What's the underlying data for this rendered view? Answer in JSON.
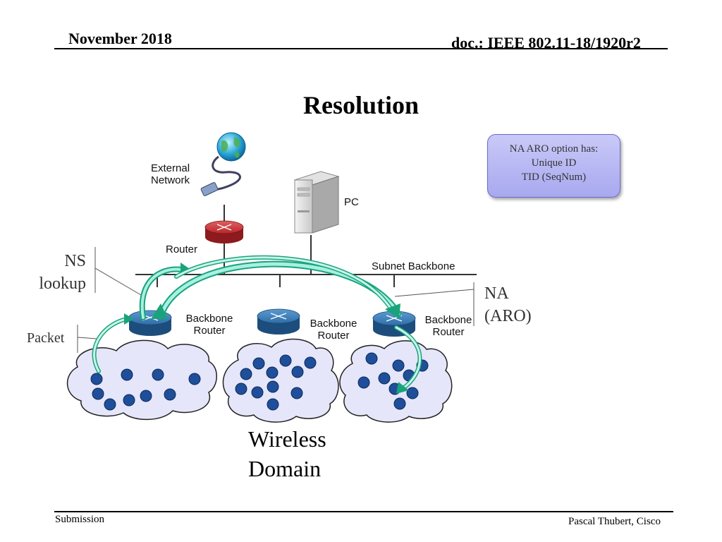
{
  "header": {
    "date": "November 2018",
    "doc": "doc.: IEEE 802.11-18/1920r2"
  },
  "slide": {
    "title": "Resolution"
  },
  "infobox": {
    "lines": [
      "NA ARO option has:",
      "Unique ID",
      "TID (SeqNum)"
    ]
  },
  "diagram": {
    "external_network": [
      "External",
      "Network"
    ],
    "pc": "PC",
    "router": "Router",
    "subnet_backbone": "Subnet Backbone",
    "backbone_routers": [
      [
        "Backbone",
        "Router"
      ],
      [
        "Backbone",
        "Router"
      ],
      [
        "Backbone",
        "Router"
      ]
    ],
    "ns_lookup": [
      "NS",
      "lookup"
    ],
    "packet": "Packet",
    "na_aro": [
      "NA",
      "(ARO)"
    ],
    "wireless_domain": [
      "Wireless",
      "Domain"
    ]
  },
  "footer": {
    "left": "Submission",
    "right": "Pascal Thubert, Cisco"
  },
  "colors": {
    "router_red": "#b8262b",
    "router_blue": "#2f6ea8",
    "node_blue": "#1f4f9a",
    "arrow_green": "#1aa37a",
    "cloud_fill": "#e6e6fa"
  }
}
